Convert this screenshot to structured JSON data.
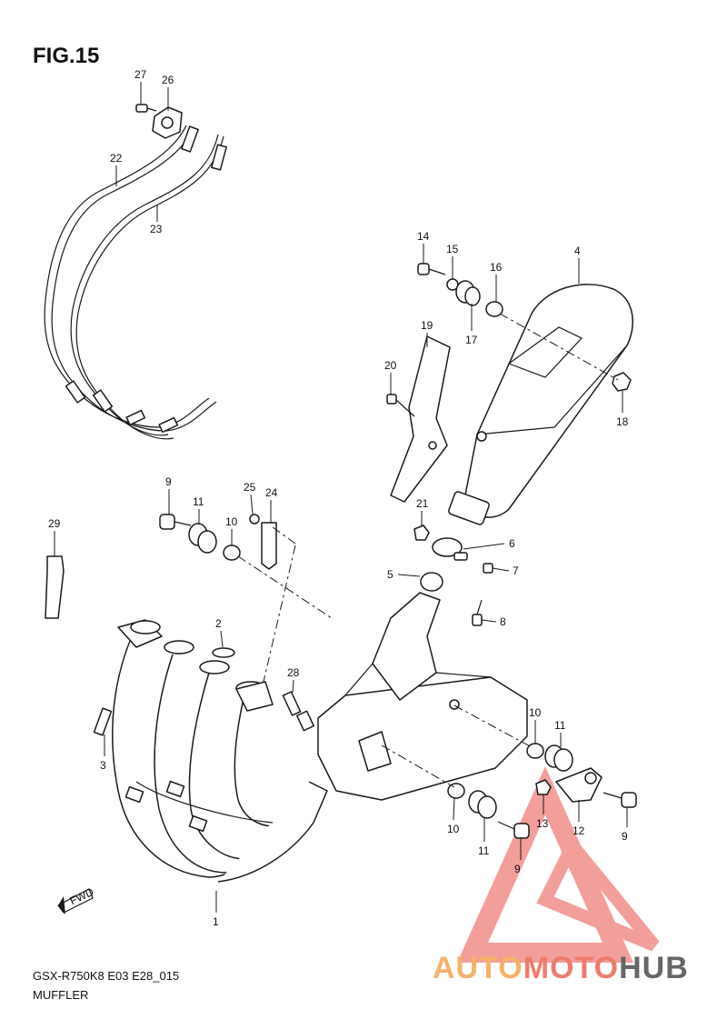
{
  "figure": {
    "title": "FIG.15",
    "model_code": "GSX-R750K8 E03 E28_015",
    "name": "MUFFLER"
  },
  "callouts": [
    "27",
    "26",
    "22",
    "23",
    "14",
    "15",
    "16",
    "4",
    "17",
    "18",
    "19",
    "20",
    "9",
    "11",
    "25",
    "24",
    "29",
    "10",
    "21",
    "6",
    "5",
    "7",
    "8",
    "2",
    "28",
    "3",
    "1",
    "10",
    "11",
    "13",
    "12",
    "9",
    "10",
    "11",
    "9"
  ],
  "fwd_label": "FWD",
  "watermark": {
    "part1": "AUTO",
    "part2": "MOTO",
    "part3": "HUB",
    "color_triangle": "#e9504a",
    "color_auto": "#f6b16a",
    "color_moto": "#ee7b6b",
    "color_hub": "#666666"
  }
}
